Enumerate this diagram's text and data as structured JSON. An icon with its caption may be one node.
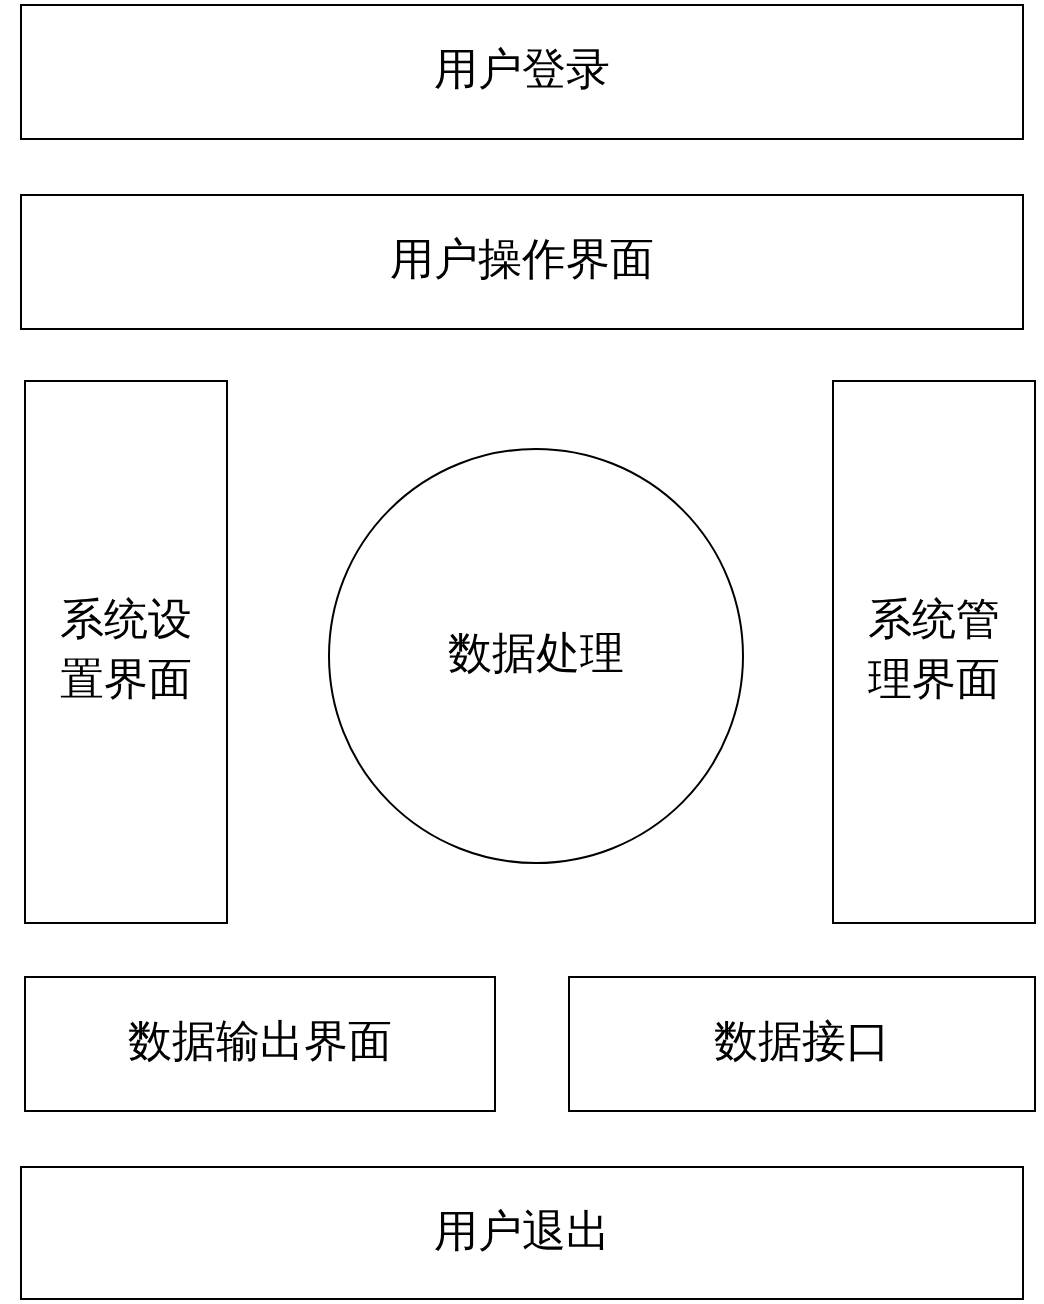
{
  "diagram": {
    "nodes": [
      {
        "text": [
          "用户登录"
        ]
      },
      {
        "text": [
          "用户操作界面"
        ]
      },
      {
        "text": [
          "系统设置界面"
        ]
      },
      {
        "text": [
          "数据处理"
        ]
      },
      {
        "text": [
          "系统管理界面"
        ]
      },
      {
        "text": [
          "数据输出界面"
        ]
      },
      {
        "text": [
          "数据接口"
        ]
      },
      {
        "text": [
          "用户退出"
        ]
      }
    ]
  }
}
